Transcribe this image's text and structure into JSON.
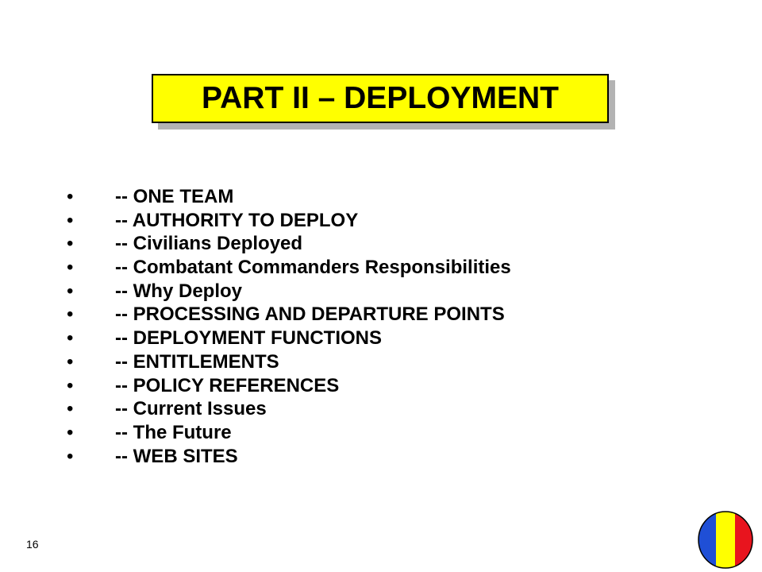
{
  "slide": {
    "title": "PART II – DEPLOYMENT",
    "bullet_symbol": "•",
    "bullets": [
      "-- ONE TEAM",
      "-- AUTHORITY TO DEPLOY",
      "-- Civilians Deployed",
      "-- Combatant Commanders Responsibilities",
      "-- Why Deploy",
      "-- PROCESSING AND DEPARTURE POINTS",
      "-- DEPLOYMENT FUNCTIONS",
      "-- ENTITLEMENTS",
      "-- POLICY REFERENCES",
      "-- Current Issues",
      "-- The Future",
      "-- WEB SITES"
    ],
    "page_number": "16"
  },
  "colors": {
    "title_background": "#ffff00",
    "title_shadow": "#b3b3b3",
    "logo_blue": "#1f4fd6",
    "logo_yellow": "#ffff00",
    "logo_red": "#e8141e"
  },
  "icons": {
    "logo": "tricolor-circle-logo-icon"
  }
}
